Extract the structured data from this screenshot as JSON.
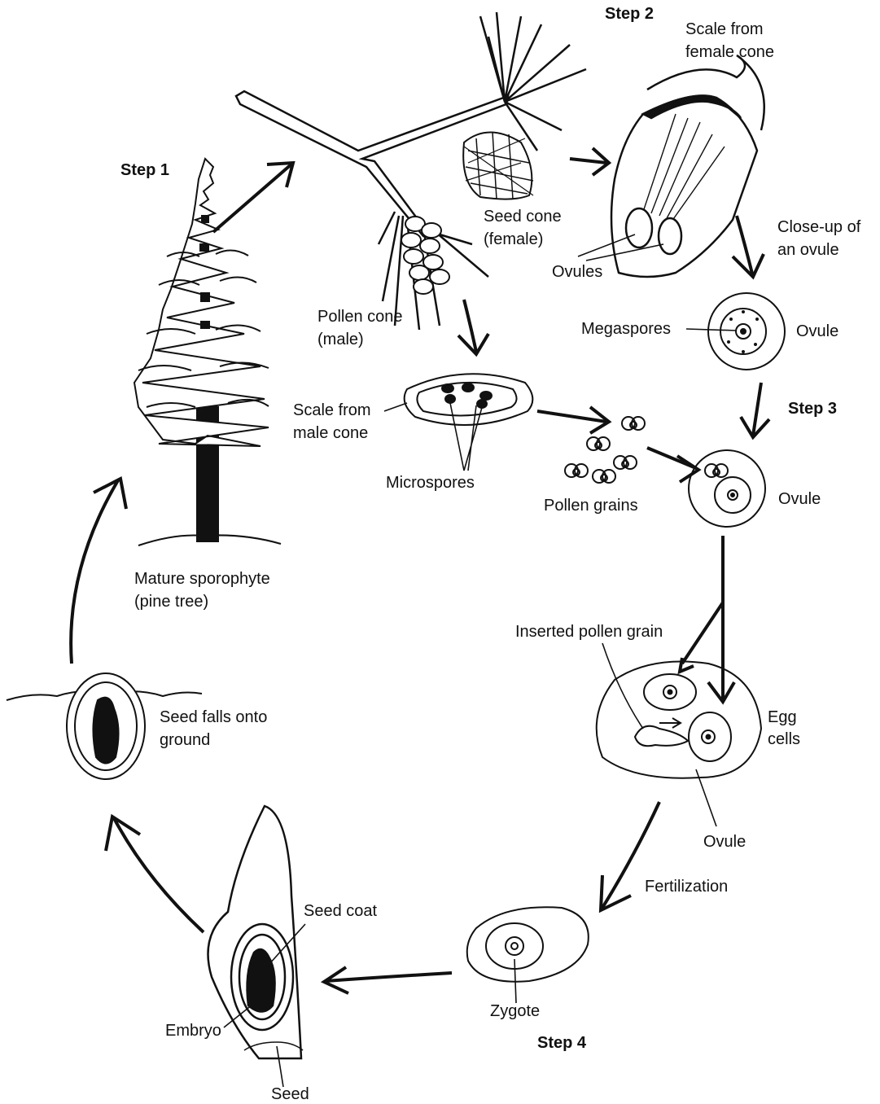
{
  "colors": {
    "ink": "#111111",
    "background": "#ffffff"
  },
  "steps": {
    "step1": "Step 1",
    "step2": "Step 2",
    "step3": "Step 3",
    "step4": "Step 4"
  },
  "labels": {
    "scale_female_1": "Scale from",
    "scale_female_2": "female cone",
    "seed_cone_1": "Seed cone",
    "seed_cone_2": "(female)",
    "ovules": "Ovules",
    "closeup_1": "Close-up of",
    "closeup_2": "an ovule",
    "megaspores": "Megaspores",
    "ovule_top": "Ovule",
    "pollen_cone_1": "Pollen cone",
    "pollen_cone_2": "(male)",
    "scale_male_1": "Scale from",
    "scale_male_2": "male cone",
    "microspores": "Microspores",
    "pollen_grains": "Pollen grains",
    "ovule_mid": "Ovule",
    "mature_1": "Mature sporophyte",
    "mature_2": "(pine tree)",
    "inserted_pollen": "Inserted pollen grain",
    "egg_1": "Egg",
    "egg_2": "cells",
    "ovule_bottom": "Ovule",
    "seed_falls_1": "Seed falls onto",
    "seed_falls_2": "ground",
    "fertilization": "Fertilization",
    "seed_coat": "Seed coat",
    "zygote": "Zygote",
    "embryo": "Embryo",
    "seed": "Seed"
  }
}
